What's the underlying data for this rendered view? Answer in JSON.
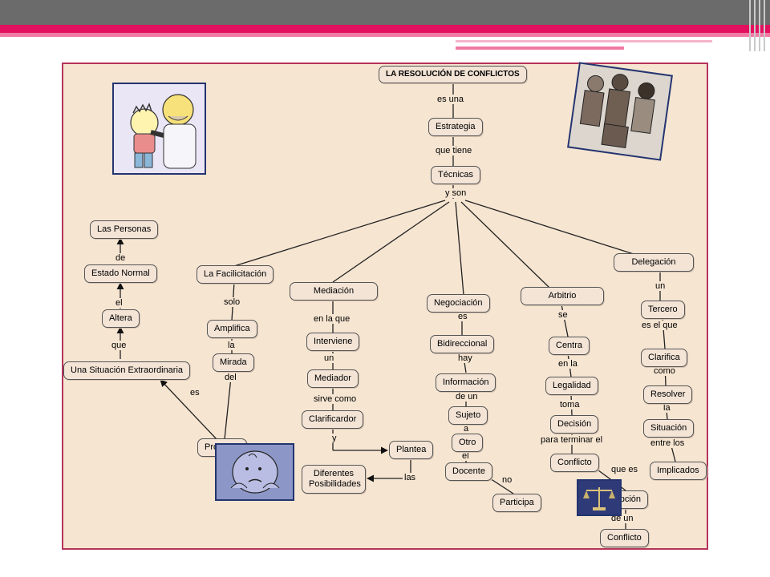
{
  "colors": {
    "topbar": "#6b6b6b",
    "accent_pink": "#e2105e",
    "map_background": "#f6e5d1",
    "map_border": "#b7335b",
    "node_fill": "#f3e4d6",
    "picture_border": "#23346f"
  },
  "concept_map": {
    "title": "LA RESOLUCIÓN DE CONFLICTOS",
    "nodes": {
      "estrategia": "Estrategia",
      "tecnicas": "Técnicas",
      "facilitacion": "La Facilicitación",
      "amplifica": "Amplifica",
      "mirada": "Mirada",
      "profesor": "Pro",
      "mediacion": "Mediación",
      "interviene": "Interviene",
      "mediador": "Mediador",
      "clarificador": "Clarificardor",
      "plantea": "Plantea",
      "diferentes": "Diferentes Posibilidades",
      "negociacion": "Negociación",
      "bidireccional": "Bidireccional",
      "informacion": "Información",
      "sujeto": "Sujeto",
      "otro": "Otro",
      "docente": "Docente",
      "participa": "Participa",
      "arbitrio": "Arbitrio",
      "centra": "Centra",
      "legalidad": "Legalidad",
      "decision": "Decisión",
      "conflicto_arb": "Conflicto",
      "opcion": "Opción",
      "conflicto_final": "Conflicto",
      "delegacion": "Delegación",
      "tercero": "Tercero",
      "clarifica": "Clarifica",
      "resolver": "Resolver",
      "situacion": "Situación",
      "implicados": "Implicados",
      "personas": "Las Personas",
      "estado_normal": "Estado Normal",
      "altera": "Altera",
      "situacion_extra": "Una Situación Extraordinaria"
    },
    "links": {
      "es_una": "es una",
      "que_tiene": "que tiene",
      "y_son": "y son",
      "solo": "solo",
      "la_mirada": "la",
      "del": "del",
      "es_prof": "es",
      "en_la_que": "en la que",
      "un": "un",
      "sirve_como": "sirve como",
      "y_plantea": "y",
      "las": "las",
      "es_bidi": "es",
      "hay": "hay",
      "de_un": "de un",
      "a": "a",
      "el": "el",
      "no": "no",
      "se": "se",
      "en_la": "en la",
      "toma": "toma",
      "para_terminar_el": "para terminar el",
      "que_es": "que es",
      "de_un_conflicto": "de un",
      "un_tercero": "un",
      "es_el_que": "es el que",
      "como": "como",
      "la_situacion": "la",
      "entre_los": "entre los",
      "de": "de",
      "el_altera": "el",
      "que": "que"
    }
  }
}
